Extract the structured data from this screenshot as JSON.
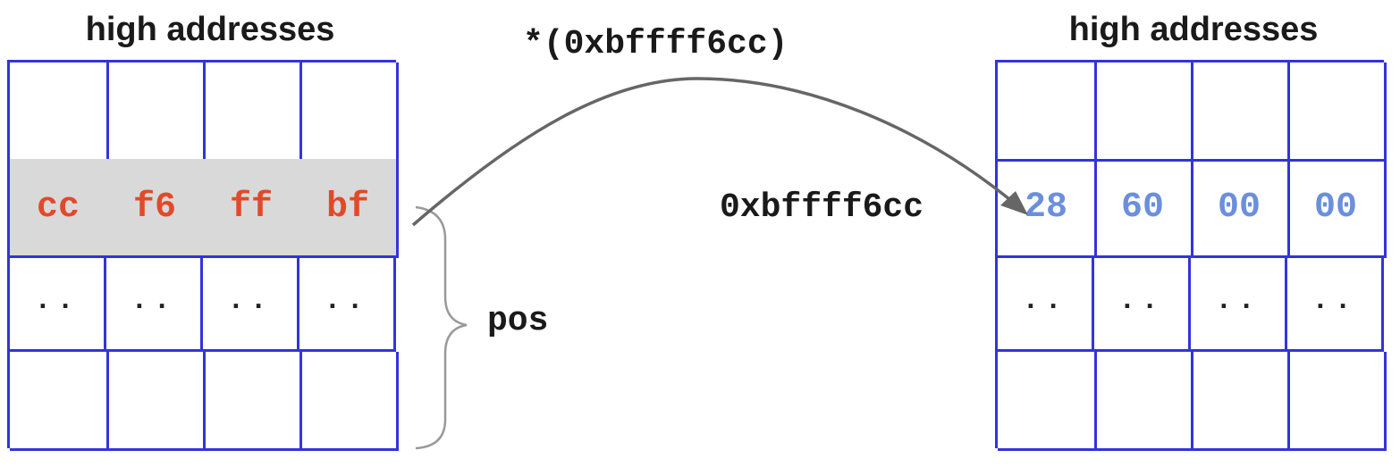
{
  "left_memory": {
    "header": "high addresses",
    "rows": [
      {
        "cells": [
          "",
          "",
          "",
          ""
        ],
        "style": "empty"
      },
      {
        "cells": [
          "cc",
          "f6",
          "ff",
          "bf"
        ],
        "style": "highlight"
      },
      {
        "cells": [
          "..",
          "..",
          "..",
          ".."
        ],
        "style": "dots"
      },
      {
        "cells": [
          "",
          "",
          "",
          ""
        ],
        "style": "empty"
      }
    ]
  },
  "right_memory": {
    "header": "high addresses",
    "rows": [
      {
        "cells": [
          "",
          "",
          "",
          ""
        ],
        "style": "empty"
      },
      {
        "cells": [
          "28",
          "60",
          "00",
          "00"
        ],
        "style": "value"
      },
      {
        "cells": [
          "..",
          "..",
          "..",
          ".."
        ],
        "style": "dots"
      },
      {
        "cells": [
          "",
          "",
          "",
          ""
        ],
        "style": "empty"
      }
    ]
  },
  "labels": {
    "dereference": "*(0xbffff6cc)",
    "address": "0xbffff6cc",
    "variable": "pos"
  },
  "colors": {
    "grid_line": "#3333dd",
    "pointer_bytes": "#e04a2a",
    "value_bytes": "#6b8fdc",
    "highlight_fill": "#d9d9d9",
    "arrow": "#666666"
  }
}
